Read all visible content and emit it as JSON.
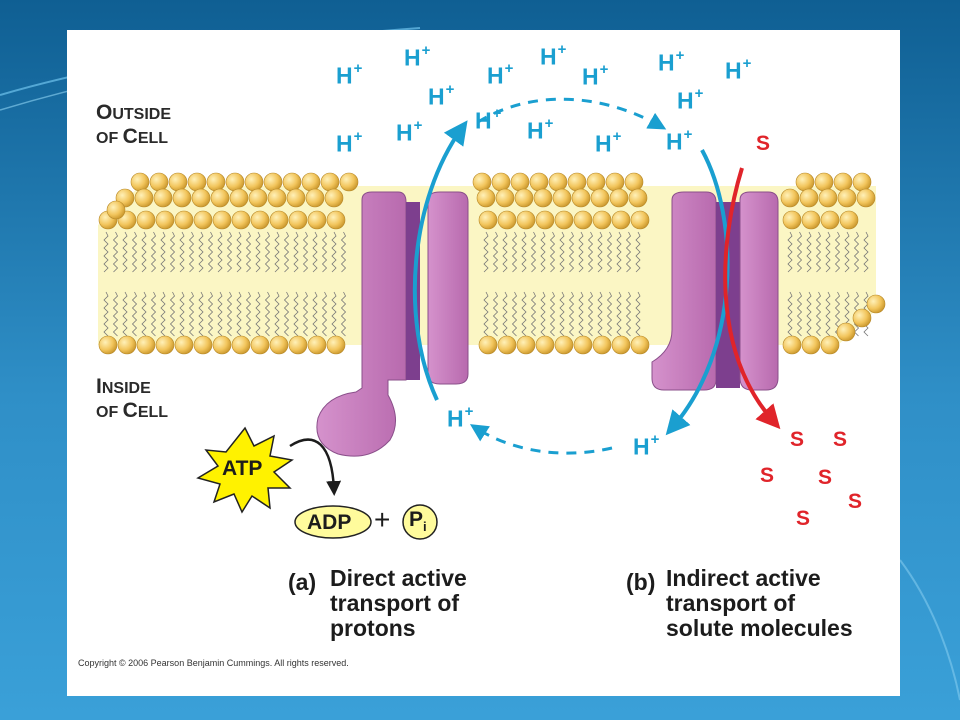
{
  "outside_label": {
    "first_letter_1": "O",
    "rest_1": "UTSIDE",
    "line2_prefix": "OF ",
    "first_letter_2": "C",
    "rest_2": "ELL"
  },
  "inside_label": {
    "first_letter_1": "I",
    "rest_1": "NSIDE",
    "line2_prefix": "OF ",
    "first_letter_2": "C",
    "rest_2": "ELL"
  },
  "proton": {
    "symbol": "H",
    "charge": "+"
  },
  "solute_symbol": "S",
  "atp_label": "ATP",
  "adp_label": "ADP",
  "plus_sign": "+",
  "pi_label": {
    "main": "P",
    "sub": "i"
  },
  "caption_a": {
    "letter": "(a)",
    "line1": "Direct active",
    "line2": "transport of",
    "line3": "protons"
  },
  "caption_b": {
    "letter": "(b)",
    "line1": "Indirect active",
    "line2": "transport of",
    "line3": "solute molecules"
  },
  "copyright": "Copyright © 2006 Pearson Benjamin Cummings. All rights reserved.",
  "colors": {
    "proton": "#1a9fd0",
    "solute": "#e0242a",
    "protein": "#c77cc0",
    "protein_dark": "#7d3f8e",
    "lipid_head": "#f2c55c",
    "lipid_tail_band": "#fbf6c4",
    "atp_burst": "#fff200"
  }
}
